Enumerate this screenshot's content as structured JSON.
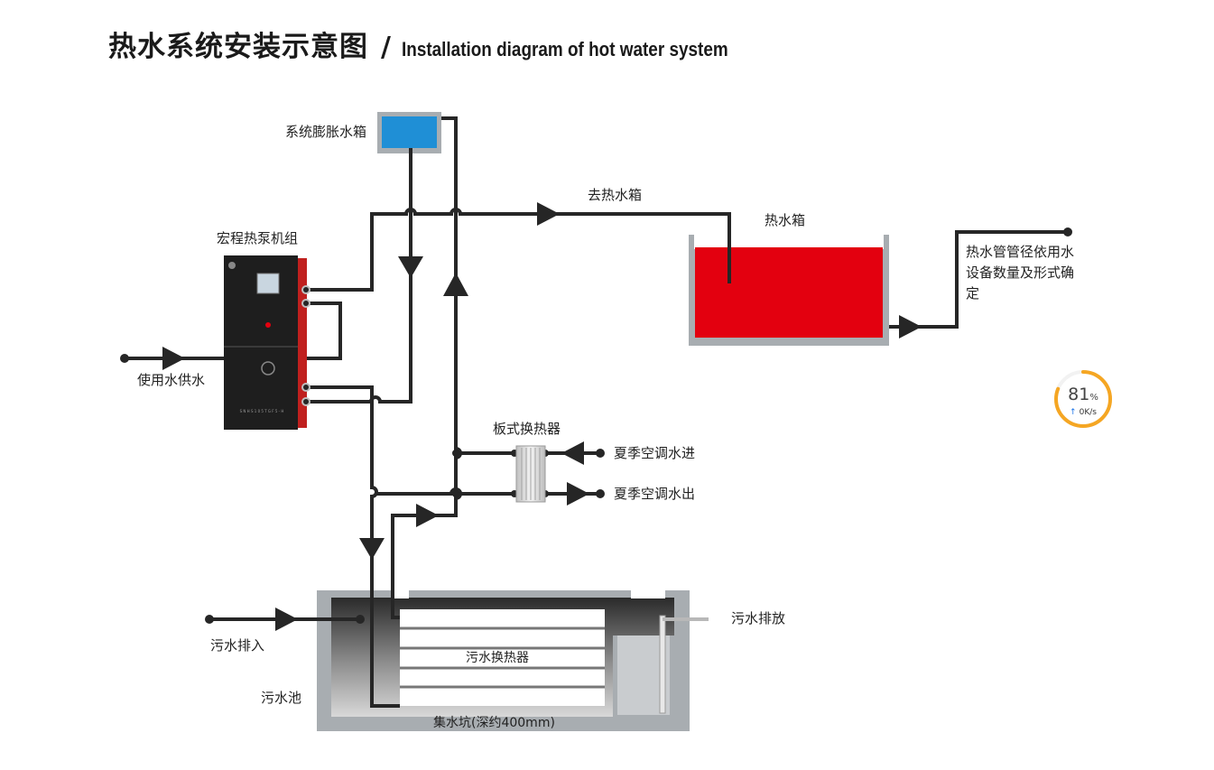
{
  "header": {
    "title_cn": "热水系统安装示意图",
    "separator": "/",
    "title_en": "Installation diagram of hot water system"
  },
  "labels": {
    "expansion_tank": "系统膨胀水箱",
    "to_hot_tank": "去热水箱",
    "hot_tank": "热水箱",
    "pipe_note": "热水管管径依用水设备数量及形式确定",
    "heat_pump_unit": "宏程热泵机组",
    "use_water_supply": "使用水供水",
    "plate_exchanger": "板式换热器",
    "ac_water_in": "夏季空调水进",
    "ac_water_out": "夏季空调水出",
    "sewage_outlet": "污水排放",
    "sewage_inlet": "污水排入",
    "sewage_exchanger": "污水换热器",
    "sewage_pool": "污水池",
    "sump": "集水坑(深约400mm)"
  },
  "colors": {
    "pipe": "#262626",
    "expansion_tank": "#1f8fd6",
    "hot_tank_water": "#e3000f",
    "tank_wall": "#a8adb1",
    "unit_body": "#1e1e1e",
    "unit_side": "#c0201e",
    "widget_ring": "#f5a623"
  },
  "unit_panel": {
    "model_text": "S N H S 1 0 5 T G F 5 - H"
  },
  "widget": {
    "percent": "81",
    "percent_unit": "%",
    "speed": "0K/s",
    "progress": 0.81,
    "arrow_icon": "arrow-up-icon"
  }
}
